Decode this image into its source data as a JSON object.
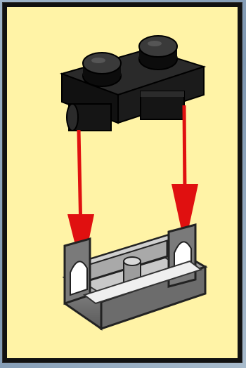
{
  "panel": {
    "background": "#fff3a6",
    "border": "#111111"
  },
  "parts": {
    "top_part": "black-2x1-plate-with-studs",
    "bottom_part": "grey-1x2-bracket-holder"
  },
  "arrows": {
    "color": "#e01010",
    "direction": "down",
    "count": 2
  }
}
